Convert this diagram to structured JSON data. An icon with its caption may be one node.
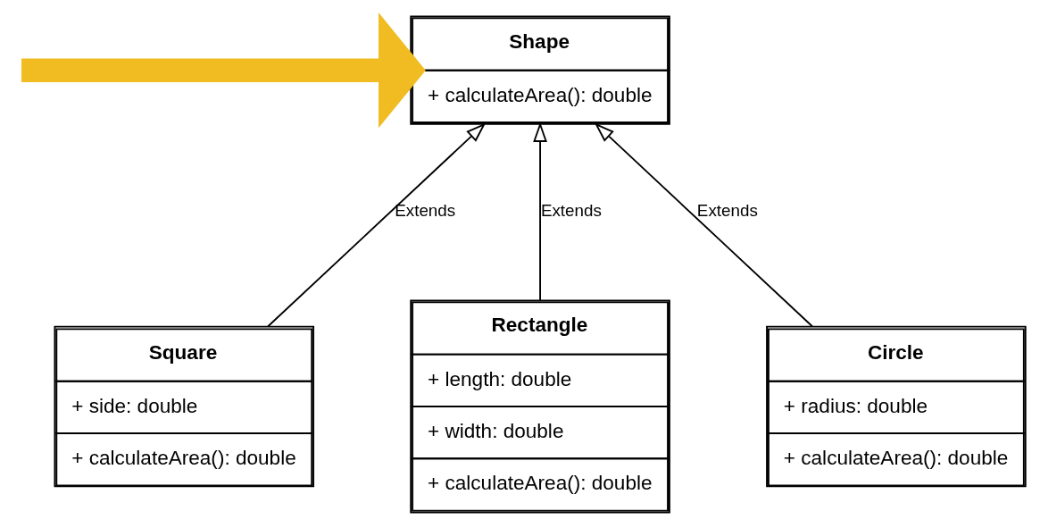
{
  "diagram": {
    "nodes": [
      {
        "text": [
          "Shape",
          "+ calculateArea(): double"
        ]
      },
      {
        "text": [
          "Square",
          "+ side: double",
          "+ calculateArea(): double"
        ]
      },
      {
        "text": [
          "Rectangle",
          "+ length: double",
          "+ width: double",
          "+ calculateArea(): double"
        ]
      },
      {
        "text": [
          "Circle",
          "+ radius: double",
          "+ calculateArea(): double"
        ]
      }
    ],
    "edges": [
      {
        "from": null,
        "to": 0,
        "arrow": "to",
        "style": "thick",
        "color": "#f0bc22"
      },
      {
        "from": 1,
        "to": 0,
        "arrow": "to",
        "label": "Extends"
      },
      {
        "from": 2,
        "to": 0,
        "arrow": "to",
        "label": "Extends"
      },
      {
        "from": 3,
        "to": 0,
        "arrow": "to",
        "label": "Extends"
      }
    ]
  }
}
